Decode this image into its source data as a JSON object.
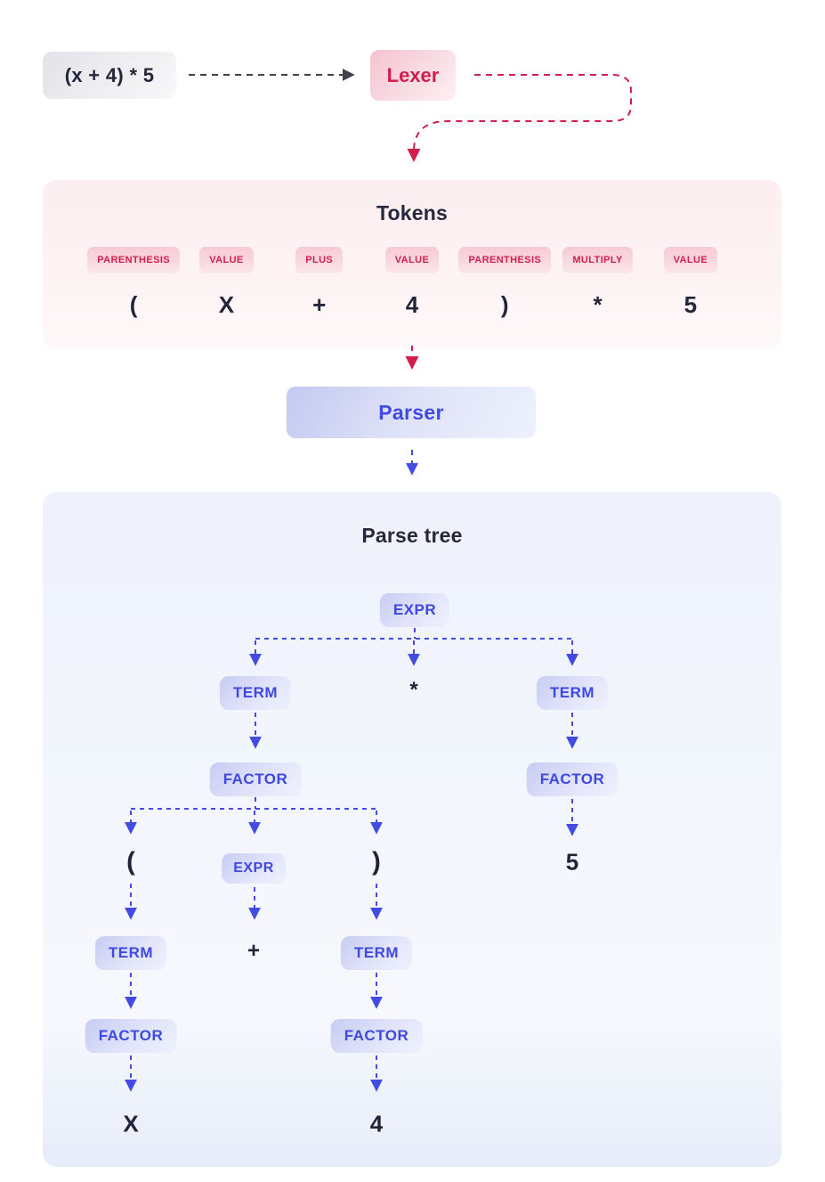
{
  "pipeline": {
    "input_expression": "(x + 4) * 5",
    "lexer_label": "Lexer",
    "parser_label": "Parser"
  },
  "tokens_panel": {
    "title": "Tokens",
    "tokens": [
      {
        "type": "PARENTHESIS",
        "value": "("
      },
      {
        "type": "VALUE",
        "value": "X"
      },
      {
        "type": "PLUS",
        "value": "+"
      },
      {
        "type": "VALUE",
        "value": "4"
      },
      {
        "type": "PARENTHESIS",
        "value": ")"
      },
      {
        "type": "MULTIPLY",
        "value": "*"
      },
      {
        "type": "VALUE",
        "value": "5"
      }
    ]
  },
  "parse_tree_panel": {
    "title": "Parse tree",
    "nodes": {
      "root_expr": "EXPR",
      "mul_op": "*",
      "term_left": "TERM",
      "term_right": "TERM",
      "factor_left": "FACTOR",
      "factor_right": "FACTOR",
      "paren_open": "(",
      "inner_expr": "EXPR",
      "paren_close": ")",
      "leaf_five": "5",
      "inner_term_left": "TERM",
      "plus_op": "+",
      "inner_term_right": "TERM",
      "inner_factor_left": "FACTOR",
      "inner_factor_right": "FACTOR",
      "leaf_x": "X",
      "leaf_four": "4"
    }
  },
  "colors": {
    "crimson_accent": "#d21e4c",
    "blue_accent": "#414ae4",
    "dark_text": "#232539"
  }
}
